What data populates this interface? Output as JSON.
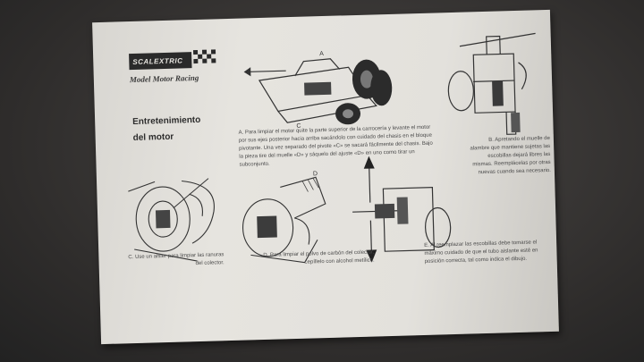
{
  "brand": {
    "logo_text": "SCALEXTRIC",
    "tagline": "Model Motor Racing"
  },
  "title": {
    "line1": "Entretenimiento",
    "line2": "del motor"
  },
  "labels": {
    "a": "A",
    "c": "C",
    "d": "D"
  },
  "instructions": {
    "a": "A. Para limpiar el motor quite la parte superior de la carrocería y levante el motor por sus ejes posterior hacia arriba sacándolo con cuidado del chasis en el bloque pivotante. Una vez separado del pivote «C» se sacará fácilmente del chasis. Bajo la pieza tire del muelle «D» y sáquelo del ajuste «D» en uno como tirar un subconjunto.",
    "b": "B. Apretando el muelle de alambre que mantiene sujetas las escobillas dejará libres las mismas. Reemplácelas por otras nuevas cuando sea necesario.",
    "c": "C. Use un alfiler para limpiar las ranuras del colector.",
    "d": "D. Para limpiar el polvo de carbón del colector, cepíllelo con alcohol metílico.",
    "e": "E. Al reemplazar las escobillas debe tomarse el máximo cuidado de que el tubo aislante esté en posición correcta, tal como indica el dibujo."
  }
}
